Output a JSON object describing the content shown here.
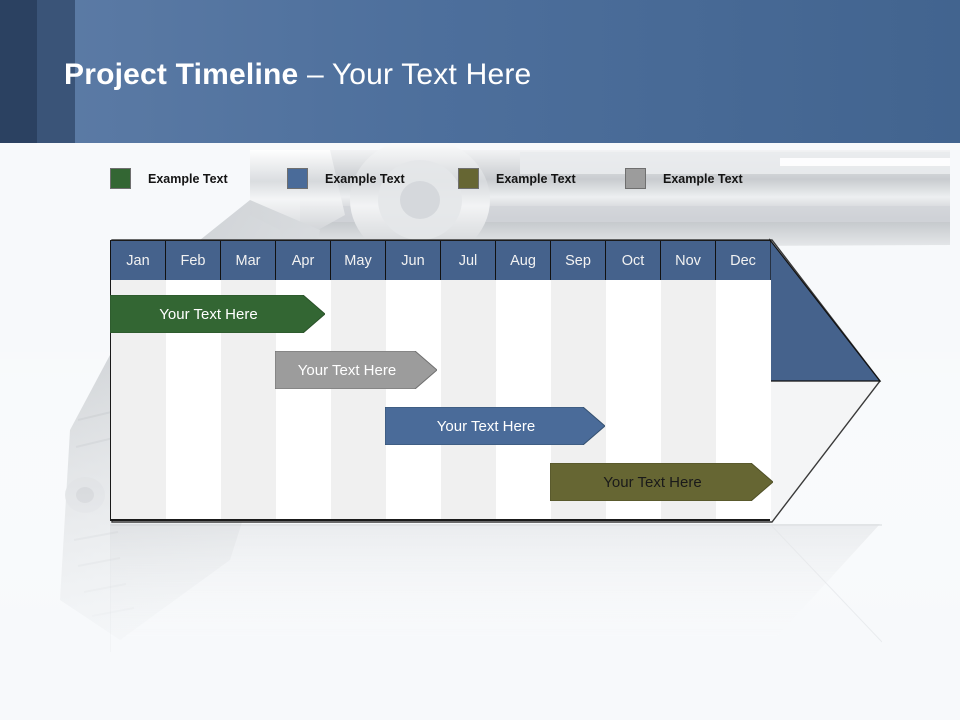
{
  "header": {
    "title_bold": "Project Timeline",
    "title_rest": " – Your Text Here",
    "bg_color_dark": "#2b4161",
    "bg_color_mid": "#3a5478",
    "bg_color_light": "#5d7ca6"
  },
  "legend": {
    "items": [
      {
        "label": "Example Text",
        "color": "#336633",
        "x": 110
      },
      {
        "label": "Example Text",
        "color": "#4a6b99",
        "x": 287
      },
      {
        "label": "Example Text",
        "color": "#666633",
        "x": 458
      },
      {
        "label": "Example Text",
        "color": "#9c9c9c",
        "x": 625
      }
    ]
  },
  "timeline": {
    "months": [
      "Jan",
      "Feb",
      "Mar",
      "Apr",
      "May",
      "Jun",
      "Jul",
      "Aug",
      "Sep",
      "Oct",
      "Nov",
      "Dec"
    ],
    "header_bg": "#45628c",
    "header_text_color": "#f2f2f2",
    "col_shade_a": "#f0f0f0",
    "col_shade_b": "#ffffff",
    "bars": [
      {
        "label": "Your  Text Here",
        "color": "#336633",
        "border": "#2a5129",
        "text_style": "light",
        "start_month": 0,
        "span": 3.9,
        "row": 0
      },
      {
        "label": "Your  Text Here",
        "color": "#9c9c9c",
        "border": "#6f6f6f",
        "text_style": "light",
        "start_month": 3,
        "span": 2.95,
        "row": 1
      },
      {
        "label": "Your  Text Here",
        "color": "#4a6b99",
        "border": "#34506f",
        "text_style": "light",
        "start_month": 5,
        "span": 4.0,
        "row": 2
      },
      {
        "label": "Your  Text Here",
        "color": "#666633",
        "border": "#4f4f27",
        "text_style": "dark",
        "start_month": 8,
        "span": 4.05,
        "row": 3
      }
    ]
  },
  "chart_data": {
    "type": "bar",
    "title": "Project Timeline – Your Text Here",
    "categories": [
      "Jan",
      "Feb",
      "Mar",
      "Apr",
      "May",
      "Jun",
      "Jul",
      "Aug",
      "Sep",
      "Oct",
      "Nov",
      "Dec"
    ],
    "xlabel": "",
    "ylabel": "",
    "series": [
      {
        "name": "Example Text",
        "color": "#336633",
        "start": "Jan",
        "end": "Apr",
        "label": "Your  Text Here"
      },
      {
        "name": "Example Text",
        "color": "#9c9c9c",
        "start": "Apr",
        "end": "Jun",
        "label": "Your  Text Here"
      },
      {
        "name": "Example Text",
        "color": "#4a6b99",
        "start": "Jun",
        "end": "Sep",
        "label": "Your  Text Here"
      },
      {
        "name": "Example Text",
        "color": "#666633",
        "start": "Sep",
        "end": "Dec",
        "label": "Your  Text Here"
      }
    ]
  }
}
